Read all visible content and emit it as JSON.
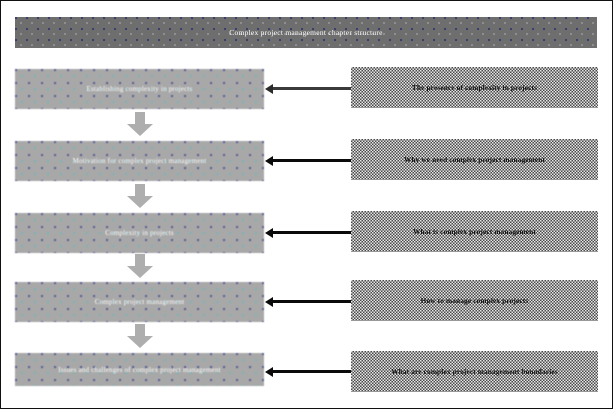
{
  "diagram": {
    "title": "Complex project management chapter structure",
    "colors": {
      "header_fill": "#6e6e6e",
      "process_fill": "#a8a8a8",
      "note_fill": "#ffffff",
      "arrow": "#0a0a0a",
      "down_arrow": "#aeaeae",
      "frame": "#101010"
    },
    "process_steps": [
      {
        "label": "Establishing complexity in projects"
      },
      {
        "label": "Motivation for complex project management"
      },
      {
        "label": "Complexity in projects"
      },
      {
        "label": "Complex project management"
      },
      {
        "label": "Issues and challenges of complex project management"
      }
    ],
    "questions": [
      {
        "label": "The presence of complexity in projects"
      },
      {
        "label": "Why we need complex project management"
      },
      {
        "label": "What is complex project management"
      },
      {
        "label": "How to manage complex projects"
      },
      {
        "label": "What are complex project management boundaries"
      }
    ]
  }
}
